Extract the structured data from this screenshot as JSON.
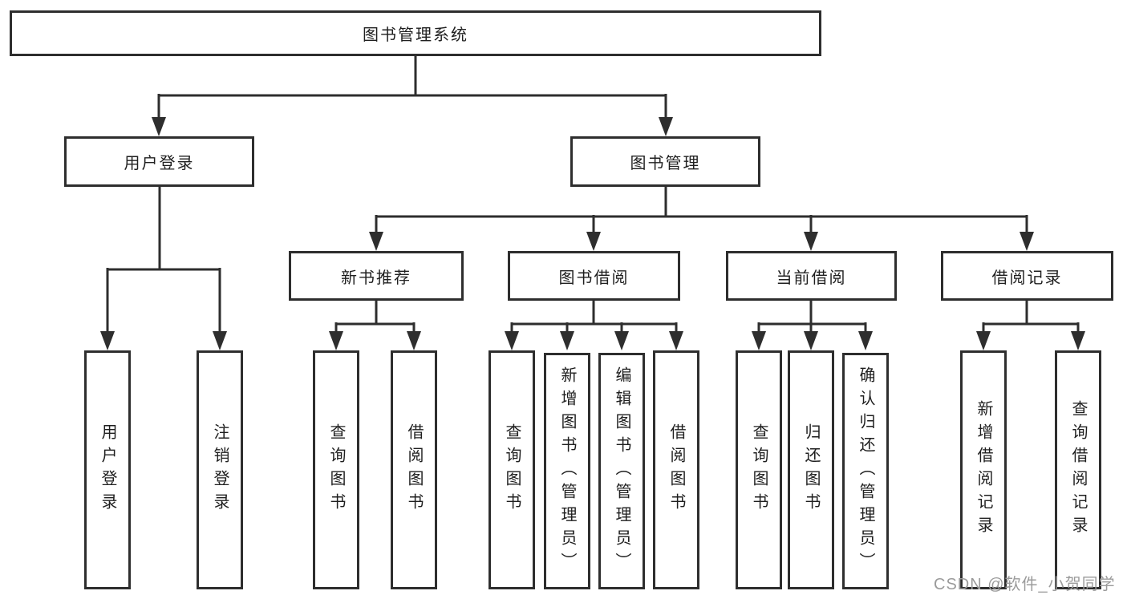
{
  "tree": {
    "label": "图书管理系统",
    "children": [
      {
        "label": "用户登录",
        "children": [
          {
            "label": "用户登录"
          },
          {
            "label": "注销登录"
          }
        ]
      },
      {
        "label": "图书管理",
        "children": [
          {
            "label": "新书推荐",
            "children": [
              {
                "label": "查询图书"
              },
              {
                "label": "借阅图书"
              }
            ]
          },
          {
            "label": "图书借阅",
            "children": [
              {
                "label": "查询图书"
              },
              {
                "label": "新增图书（管理员）"
              },
              {
                "label": "编辑图书（管理员）"
              },
              {
                "label": "借阅图书"
              }
            ]
          },
          {
            "label": "当前借阅",
            "children": [
              {
                "label": "查询图书"
              },
              {
                "label": "归还图书"
              },
              {
                "label": "确认归还（管理员）"
              }
            ]
          },
          {
            "label": "借阅记录",
            "children": [
              {
                "label": "新增借阅记录"
              },
              {
                "label": "查询借阅记录"
              }
            ]
          }
        ]
      }
    ]
  },
  "watermark": "CSDN @软件_小贺同学",
  "colors": {
    "line": "#2e2e2e",
    "box_border": "#2e2e2e",
    "box_background": "#ffffff",
    "label_text": "#1f1f1f",
    "watermark_text": "#9b9b9b",
    "page_background": "#ffffff"
  }
}
